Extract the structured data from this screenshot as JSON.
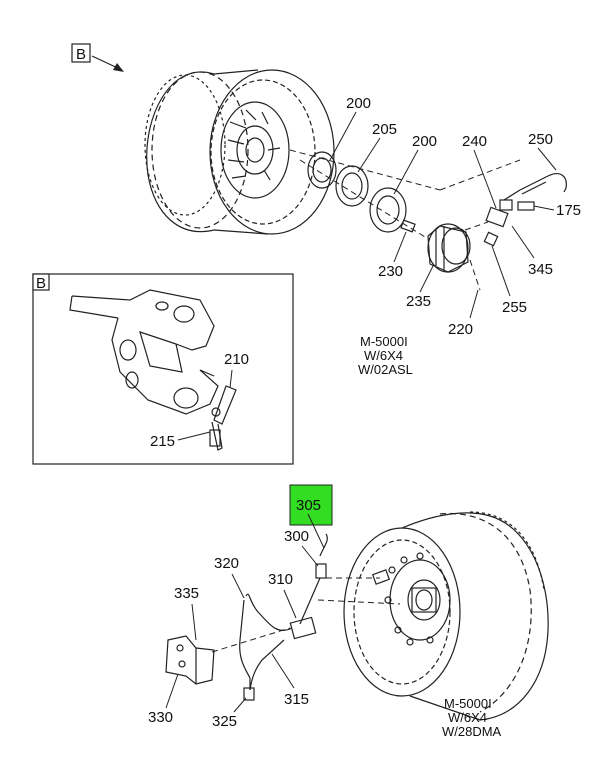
{
  "view_marker": "B",
  "detail_marker": "B",
  "highlight_color": "#33dd22",
  "callouts": {
    "c200a": "200",
    "c205": "205",
    "c200b": "200",
    "c240": "240",
    "c250": "250",
    "c175": "175",
    "c230": "230",
    "c345": "345",
    "c235": "235",
    "c255": "255",
    "c220": "220",
    "c210": "210",
    "c215": "215",
    "c305": "305",
    "c300": "300",
    "c320": "320",
    "c310": "310",
    "c335": "335",
    "c330": "330",
    "c325": "325",
    "c315": "315"
  },
  "notes": {
    "top": [
      "M-5000I",
      "W/6X4",
      "W/02ASL"
    ],
    "bottom": [
      "M-5000I",
      "W/6X4",
      "W/28DMA"
    ]
  }
}
